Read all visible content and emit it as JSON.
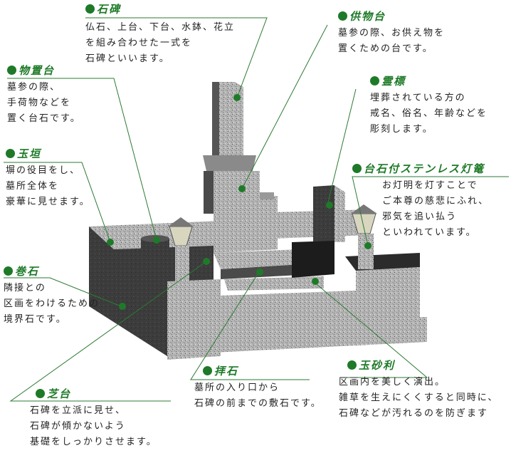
{
  "diagram": {
    "subject": "墓石の各部名称",
    "accent_color": "#1e7a28",
    "line_color": "#2d7a33",
    "stone_light": "#b8b8b8",
    "stone_dark": "#3a3a3a"
  },
  "callouts": [
    {
      "id": "sekihi",
      "title": "石碑",
      "lines": [
        "仏石、上台、下台、水鉢、花立",
        "を組み合わせた一式を",
        "石碑といいます。"
      ]
    },
    {
      "id": "kumotsudai",
      "title": "供物台",
      "lines": [
        "墓参の際、お供え物を",
        "置くための台です。"
      ]
    },
    {
      "id": "monooki",
      "title": "物置台",
      "lines": [
        "墓参の際、",
        "手荷物などを",
        "置く台石です。"
      ]
    },
    {
      "id": "reihyo",
      "title": "霊標",
      "lines": [
        "埋葬されている方の",
        "戒名、俗名、年齢などを",
        "彫刻します。"
      ]
    },
    {
      "id": "tamagaki",
      "title": "玉垣",
      "lines": [
        "塀の役目をし、",
        "墓所全体を",
        "豪華に見せます。"
      ]
    },
    {
      "id": "toro",
      "title": "台石付ステンレス灯篭",
      "lines": [
        "お灯明を灯すことで",
        "ご本尊の慈悲にふれ、",
        "邪気を追い払う",
        "といわれています。"
      ]
    },
    {
      "id": "makiishi",
      "title": "巻石",
      "lines": [
        "隣接との",
        "区画をわけるための",
        "境界石です。"
      ]
    },
    {
      "id": "shibadai",
      "title": "芝台",
      "lines": [
        "石碑を立派に見せ、",
        "石碑が傾かないよう",
        "基礎をしっかりさせます。"
      ]
    },
    {
      "id": "haiseki",
      "title": "拝石",
      "lines": [
        "墓所の入り口から",
        "石碑の前までの敷石です。"
      ]
    },
    {
      "id": "tamajari",
      "title": "玉砂利",
      "lines": [
        "区画内を美しく演出。",
        "雑草を生えにくくすると同時に、",
        "石碑などが汚れるのを防ぎます"
      ]
    }
  ]
}
